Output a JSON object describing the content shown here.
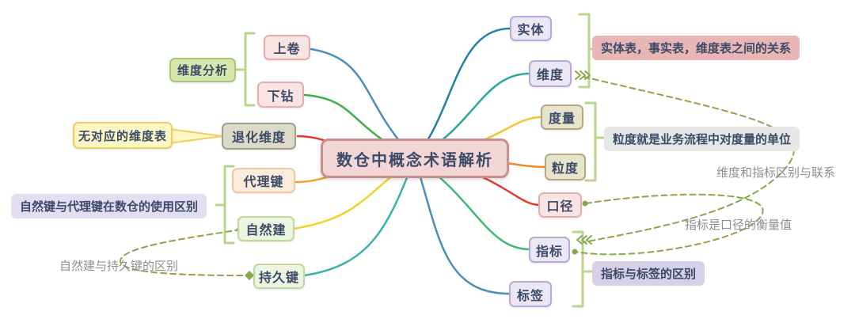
{
  "title": "数仓中概念术语解析",
  "nodes": {
    "roll_up": "上卷",
    "drill_down": "下钻",
    "dimension_analysis": "维度分析",
    "no_matching_dimension_table": "无对应的维度表",
    "degenerate_dimension": "退化维度",
    "surrogate_key": "代理键",
    "natural_key": "自然建",
    "durable_key": "持久键",
    "entity": "实体",
    "dimension": "维度",
    "measure": "度量",
    "granularity": "粒度",
    "caliber": "口径",
    "indicator": "指标",
    "tag": "标签"
  },
  "notes": {
    "entity_fact_dimension_relation": "实体表，事实表，维度表之间的关系",
    "granularity_definition": "粒度就是业务流程中对度量的单位",
    "indicator_vs_tag": "指标与标签的区别",
    "natural_vs_surrogate_usage": "自然键与代理键在数仓的使用区别"
  },
  "relation_labels": {
    "dimension_vs_indicator": "维度和指标区别与联系",
    "indicator_measures_caliber": "指标是口径的衡量值",
    "natural_vs_durable": "自然建与持久键的区别"
  },
  "colors": {
    "text": "#3b4a67",
    "relation_label_text": "#8f8f8f",
    "center_bg": "#f2d6d6",
    "center_border": "#c98f8f",
    "bracket_green": "#b9d48b",
    "relation_dash_green": "#84a84b",
    "branch_roll_up": "#4a8fbf",
    "branch_drill_down": "#3fae4d",
    "branch_degenerate_dimension": "#e7342c",
    "branch_surrogate_key": "#f59d2c",
    "branch_natural_key": "#f0d32a",
    "branch_durable_key": "#35b5aa",
    "branch_entity": "#227fa6",
    "branch_dimension": "#2aa89a",
    "branch_measure": "#f2c52e",
    "branch_granularity": "#f08a28",
    "branch_caliber": "#e73a2e",
    "branch_indicator": "#3eb873",
    "branch_tag": "#4a90b5"
  }
}
